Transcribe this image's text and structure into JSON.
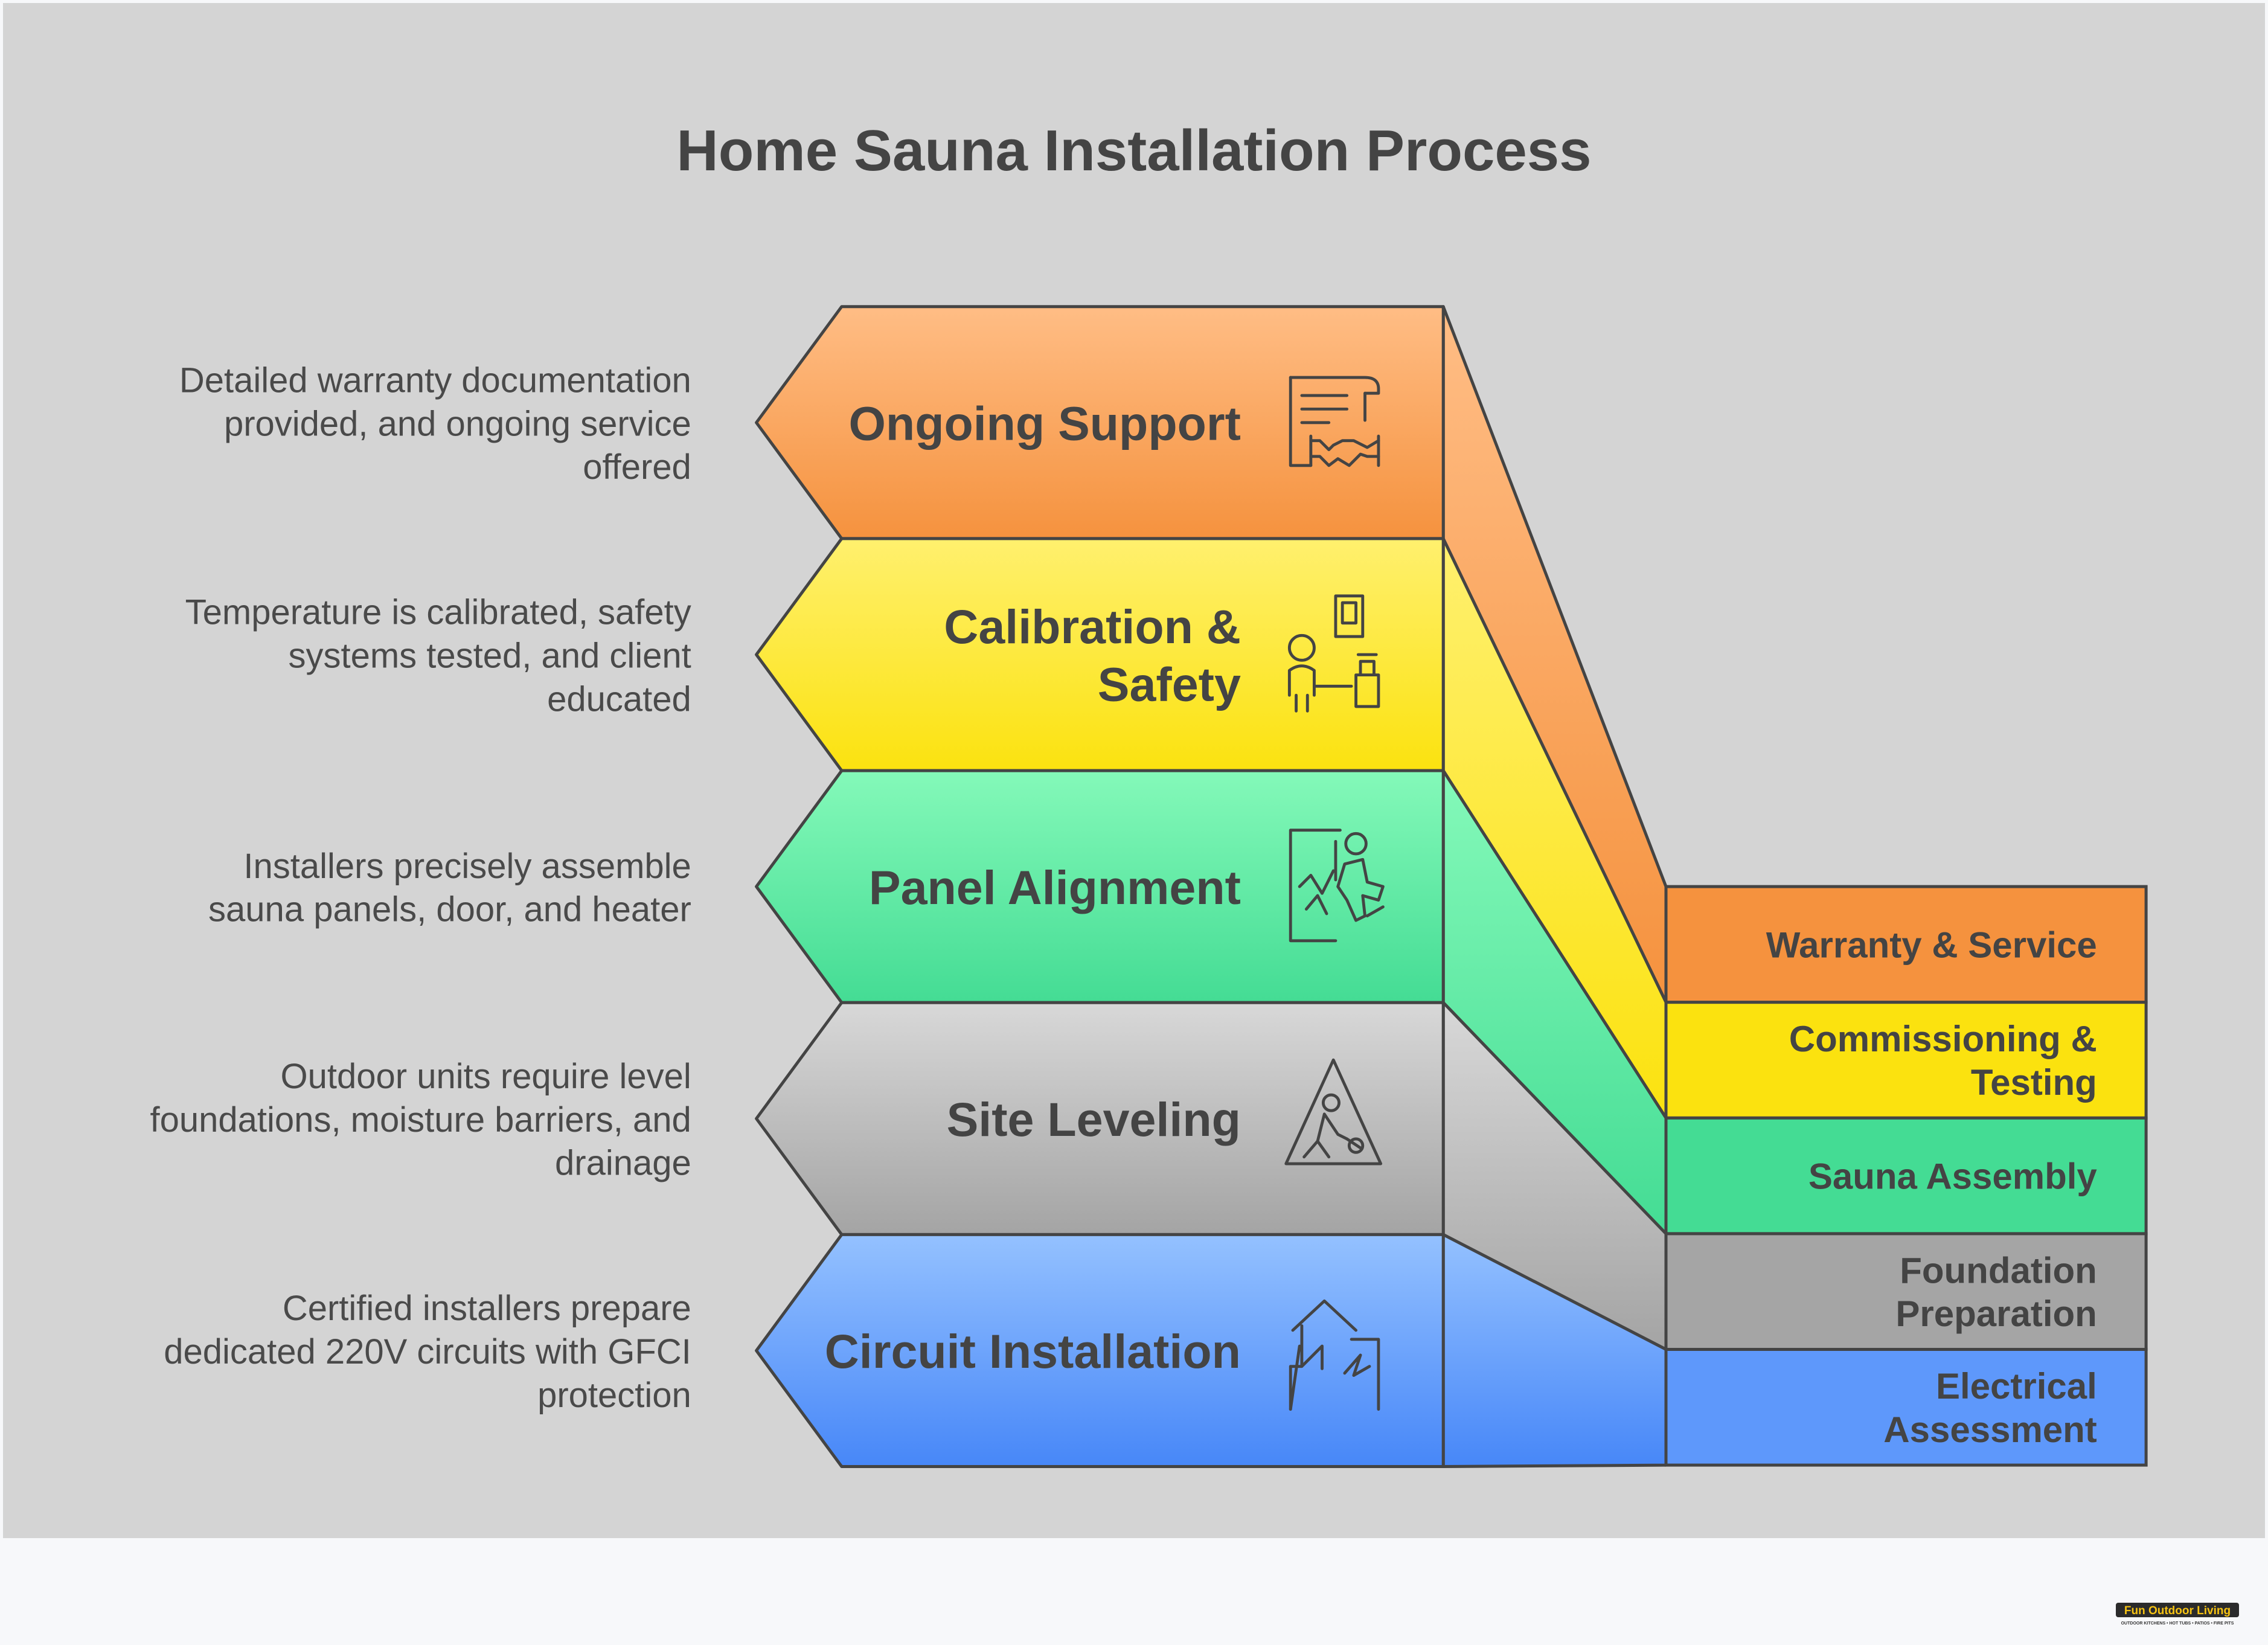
{
  "title": "Home Sauna Installation Process",
  "colors": {
    "background": "#d4d4d4",
    "footer": "#f7f8fa",
    "outline": "#444444",
    "text_dark": "#444444",
    "text_body": "#4a4a4a"
  },
  "steps": [
    {
      "label_lines": [
        "Ongoing Support"
      ],
      "description_lines": [
        "Detailed warranty documentation",
        "provided, and ongoing service",
        "offered"
      ],
      "icon": "warranty-handshake-icon",
      "phase_lines": [
        "Warranty & Service"
      ],
      "color_top": "#ffbd85",
      "color_bottom": "#f5923e",
      "phase_color": "#f5923e"
    },
    {
      "label_lines": [
        "Calibration &",
        "Safety"
      ],
      "description_lines": [
        "Temperature is calibrated, safety",
        "systems tested, and client",
        "educated"
      ],
      "icon": "calibration-person-icon",
      "phase_lines": [
        "Commissioning &",
        "Testing"
      ],
      "color_top": "#fff06e",
      "color_bottom": "#fbe20f",
      "phase_color": "#fbe20f"
    },
    {
      "label_lines": [
        "Panel Alignment"
      ],
      "description_lines": [
        "Installers precisely assemble",
        "sauna panels, door, and heater"
      ],
      "icon": "panel-assembly-icon",
      "phase_lines": [
        "Sauna Assembly"
      ],
      "color_top": "#84f9b9",
      "color_bottom": "#44dc94",
      "phase_color": "#44dc94"
    },
    {
      "label_lines": [
        "Site Leveling"
      ],
      "description_lines": [
        "Outdoor units require level",
        "foundations, moisture barriers, and",
        "drainage"
      ],
      "icon": "construction-sign-icon",
      "phase_lines": [
        "Foundation",
        "Preparation"
      ],
      "color_top": "#d8d8d8",
      "color_bottom": "#a4a4a4",
      "phase_color": "#a5a5a5"
    },
    {
      "label_lines": [
        "Circuit Installation"
      ],
      "description_lines": [
        "Certified installers prepare",
        "dedicated 220V circuits with GFCI",
        "protection"
      ],
      "icon": "electrical-house-icon",
      "phase_lines": [
        "Electrical",
        "Assessment"
      ],
      "color_top": "#94c1ff",
      "color_bottom": "#4787f8",
      "phase_color": "#5e98fb"
    }
  ],
  "logo": {
    "brand": "Fun Outdoor Living",
    "tagline": "OUTDOOR KITCHENS • HOT TUBS • PATIOS • FIRE PITS"
  }
}
